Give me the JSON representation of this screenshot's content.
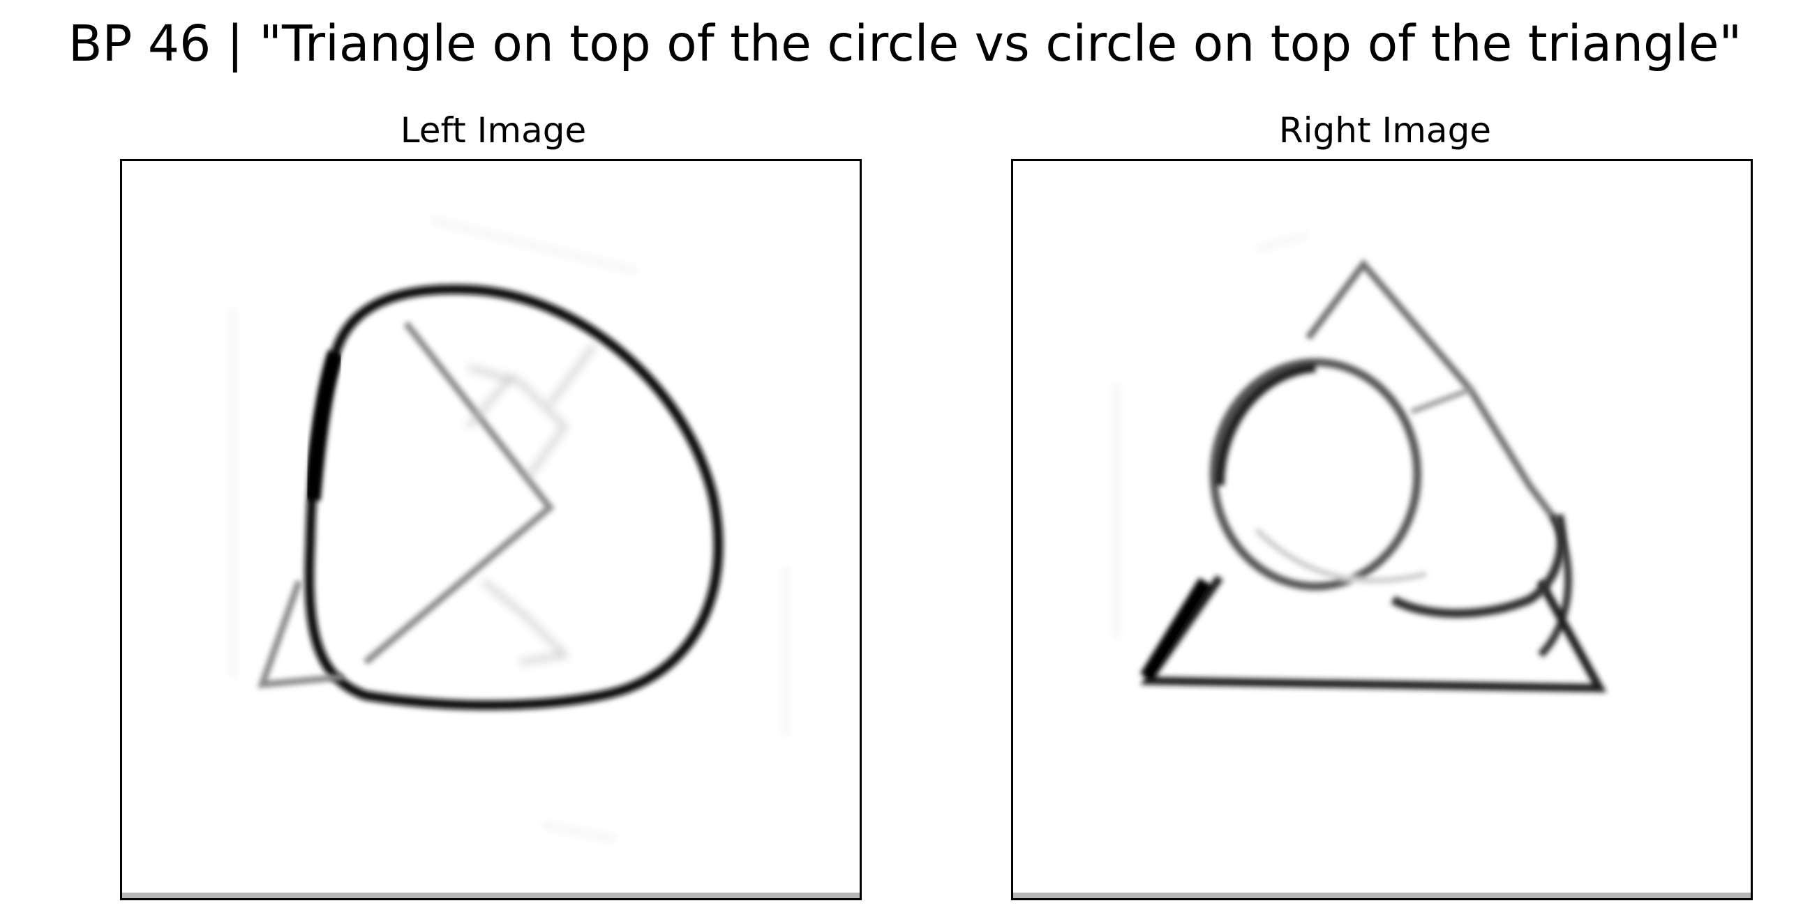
{
  "figure": {
    "title": "BP 46 | \"Triangle on top of the circle vs circle on top of the triangle\""
  },
  "panels": [
    {
      "title": "Left Image",
      "content": "triangle-over-circle"
    },
    {
      "title": "Right Image",
      "content": "circle-over-triangle"
    }
  ]
}
